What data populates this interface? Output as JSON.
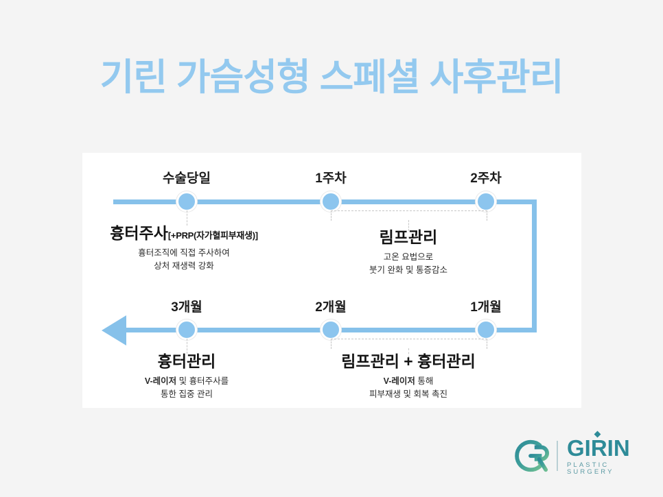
{
  "page": {
    "title": "기린 가슴성형 스페셜 사후관리",
    "background_color": "#f4f4f4",
    "title_color": "#93c9ef",
    "card_color": "#ffffff",
    "timeline_color": "#86c1ea",
    "logo_color": "#2e8b98"
  },
  "timeline": {
    "top_row": {
      "milestones": [
        {
          "label": "수술당일"
        },
        {
          "label": "1주차"
        },
        {
          "label": "2주차"
        }
      ],
      "items": [
        {
          "title": "흉터주사",
          "title_suffix": "[+PRP(자가혈피부재생)]",
          "desc_line1": "흉터조직에 직접 주사하여",
          "desc_line2": "상처 재생력 강화"
        },
        {
          "title": "림프관리",
          "title_suffix": "",
          "desc_line1": "고온 요법으로",
          "desc_line2": "붓기 완화 및 통증감소"
        }
      ]
    },
    "bottom_row": {
      "milestones": [
        {
          "label": "3개월"
        },
        {
          "label": "2개월"
        },
        {
          "label": "1개월"
        }
      ],
      "items": [
        {
          "title": "흉터관리",
          "title_suffix": "",
          "desc_em": "V-레이저",
          "desc_line1_rest": " 및 흉터주사를",
          "desc_line2": "통한 집중 관리"
        },
        {
          "title": "림프관리 + 흉터관리",
          "title_suffix": "",
          "desc_em": "V-레이저",
          "desc_line1_rest": " 통해",
          "desc_line2": "피부재생 및 회복 촉진"
        }
      ]
    }
  },
  "logo": {
    "monogram": "GR",
    "name": "GIRIN",
    "tagline": "PLASTIC SURGERY"
  }
}
